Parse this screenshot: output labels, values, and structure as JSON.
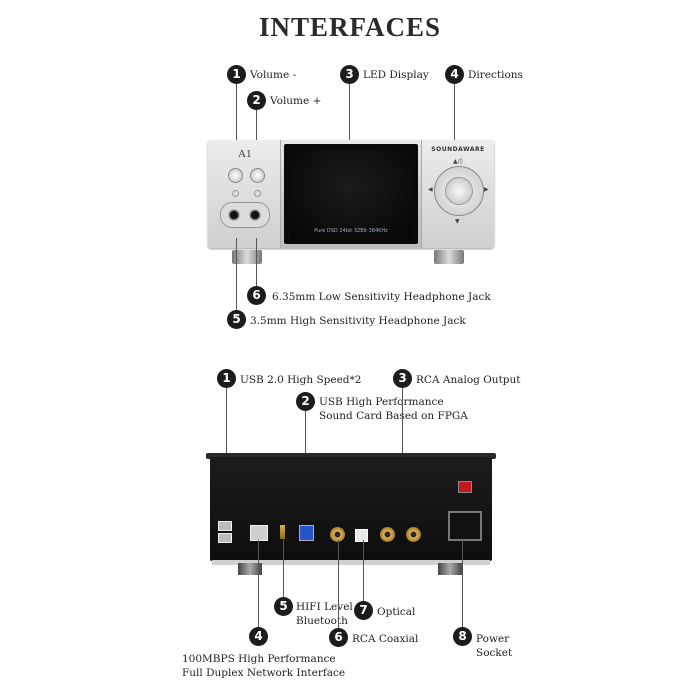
{
  "title": "INTERFACES",
  "front": {
    "model_label": "A1",
    "brand": "SOUNDAWARE",
    "screen_text": "Pure DSD 24bit 32Bit 384KHz",
    "callouts": [
      {
        "num": "1",
        "label": "Volume -"
      },
      {
        "num": "2",
        "label": "Volume +"
      },
      {
        "num": "3",
        "label": "LED Display"
      },
      {
        "num": "4",
        "label": "Directions"
      },
      {
        "num": "5",
        "label": "3.5mm High Sensitivity Headphone Jack"
      },
      {
        "num": "6",
        "label": "6.35mm Low Sensitivity Headphone Jack"
      }
    ]
  },
  "rear": {
    "callouts": [
      {
        "num": "1",
        "label": "USB 2.0 High Speed*2"
      },
      {
        "num": "2",
        "label_line1": "USB High Performance",
        "label_line2": "Sound Card Based on FPGA"
      },
      {
        "num": "3",
        "label": "RCA Analog Output"
      },
      {
        "num": "4",
        "label_line1": "100MBPS High Performance",
        "label_line2": "Full Duplex Network Interface"
      },
      {
        "num": "5",
        "label_line1": "HIFI Level",
        "label_line2": "Bluetooth"
      },
      {
        "num": "6",
        "label": "RCA Coaxial"
      },
      {
        "num": "7",
        "label": "Optical"
      },
      {
        "num": "8",
        "label_line1": "Power",
        "label_line2": "Socket"
      }
    ]
  }
}
